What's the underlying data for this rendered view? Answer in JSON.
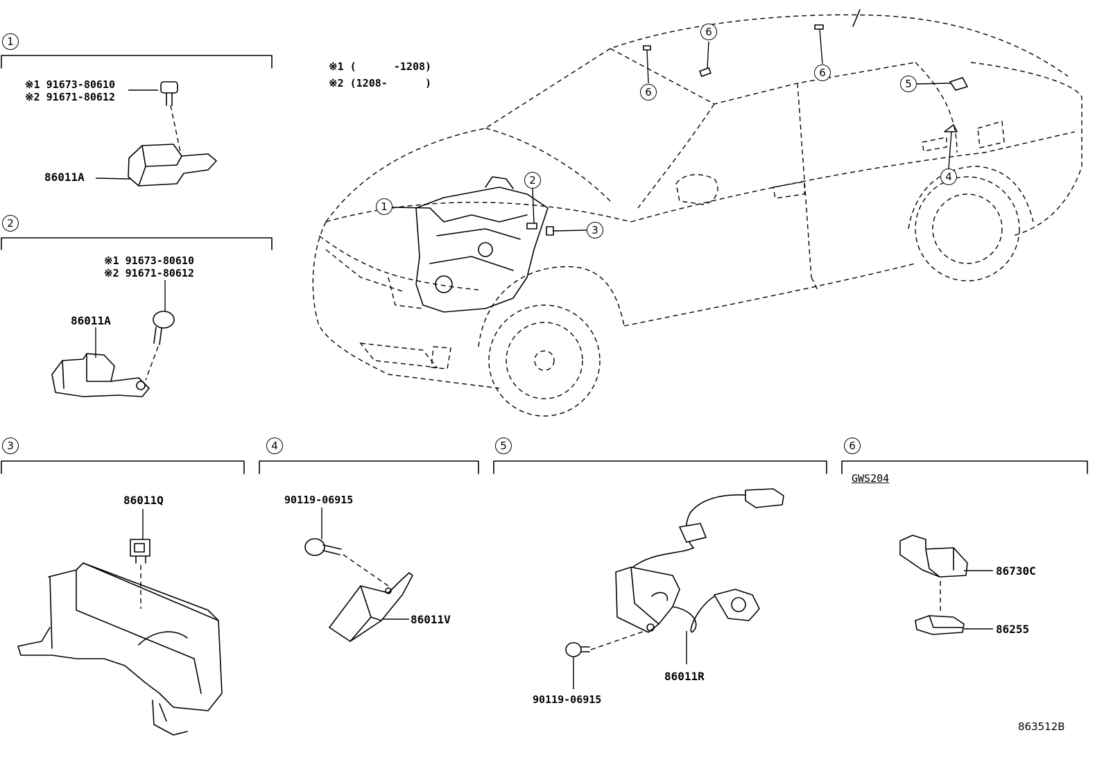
{
  "variant_notes": {
    "note1": "※1 (      -1208)",
    "note2": "※2 (1208-      )"
  },
  "sections": [
    {
      "id": "1",
      "label": "1"
    },
    {
      "id": "2",
      "label": "2"
    },
    {
      "id": "3",
      "label": "3"
    },
    {
      "id": "4",
      "label": "4"
    },
    {
      "id": "5",
      "label": "5"
    },
    {
      "id": "6",
      "label": "6"
    }
  ],
  "car_callouts": [
    "1",
    "2",
    "3",
    "4",
    "5",
    "6",
    "6",
    "6"
  ],
  "section1": {
    "bolt_line1": "※1 91673-80610",
    "bolt_line2": "※2 91671-80612",
    "part": "86011A"
  },
  "section2": {
    "bolt_line1": "※1 91673-80610",
    "bolt_line2": "※2 91671-80612",
    "part": "86011A"
  },
  "section3": {
    "part": "86011Q"
  },
  "section4": {
    "bolt": "90119-06915",
    "part": "86011V"
  },
  "section5": {
    "bolt": "90119-06915",
    "part": "86011R"
  },
  "section6": {
    "code": "GWS204",
    "part_upper": "86730C",
    "part_lower": "86255"
  },
  "diagram_id": "863512B"
}
